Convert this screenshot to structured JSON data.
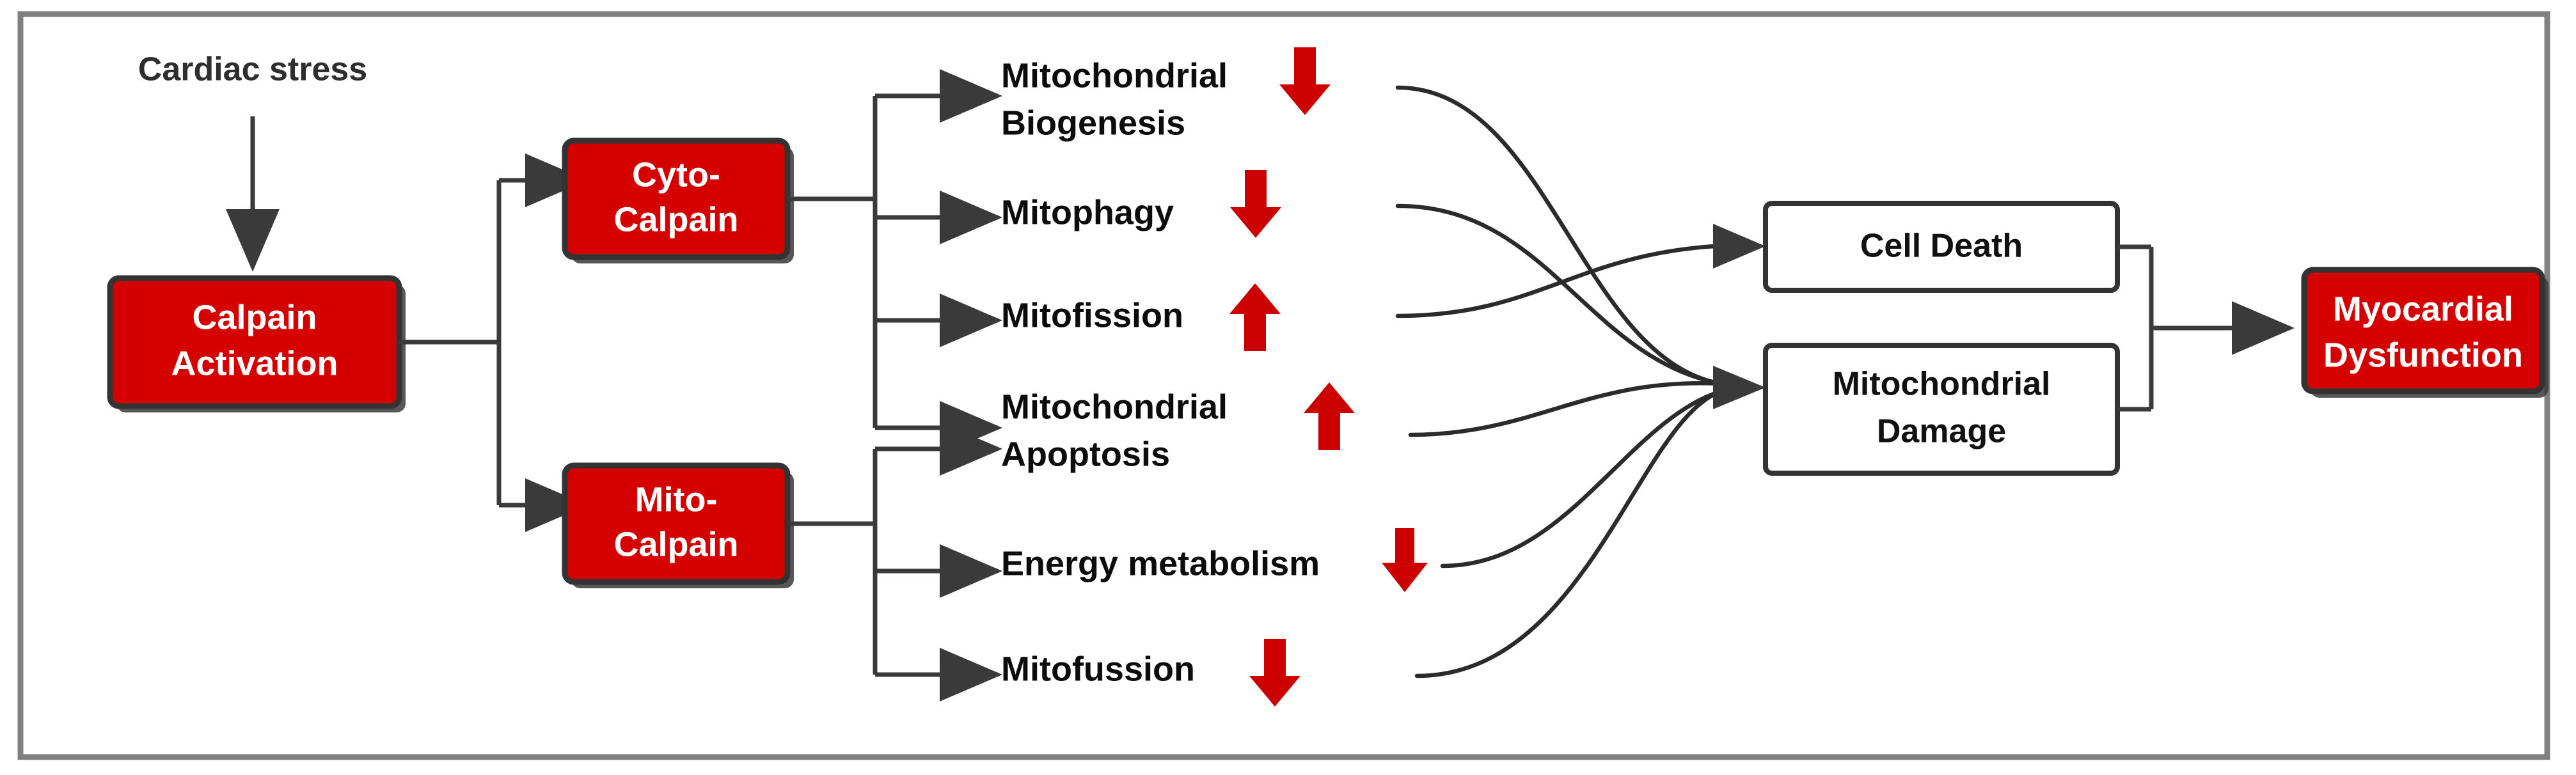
{
  "diagram": {
    "title_present": false,
    "colors": {
      "accent_red": "#d50000",
      "arrow_red": "#cc0000",
      "line_gray": "#3a3a3a",
      "frame_gray": "#808080",
      "box_text_light": "#ffffff",
      "box_text_dark": "#111111"
    },
    "input_label": "Cardiac stress",
    "nodes": {
      "trigger": {
        "label_line1": "Calpain",
        "label_line2": "Activation",
        "style": "red"
      },
      "cyto": {
        "label_line1": "Cyto-",
        "label_line2": "Calpain",
        "style": "red"
      },
      "mito": {
        "label_line1": "Mito-",
        "label_line2": "Calpain",
        "style": "red"
      },
      "cell_death": {
        "label_line1": "Cell Death",
        "label_line2": "",
        "style": "white"
      },
      "mito_damage": {
        "label_line1": "Mitochondrial",
        "label_line2": "Damage",
        "style": "white"
      },
      "outcome": {
        "label_line1": "Myocardial",
        "label_line2": "Dysfunction",
        "style": "red"
      }
    },
    "processes": [
      {
        "id": "mito-biogenesis",
        "line1": "Mitochondrial",
        "line2": "Biogenesis",
        "direction": "down",
        "source": "cyto",
        "target": "mito_damage"
      },
      {
        "id": "mitophagy",
        "line1": "Mitophagy",
        "line2": "",
        "direction": "down",
        "source": "cyto",
        "target": "mito_damage"
      },
      {
        "id": "mitofission",
        "line1": "Mitofission",
        "line2": "",
        "direction": "up",
        "source": "cyto",
        "target": "cell_death"
      },
      {
        "id": "mito-apoptosis",
        "line1": "Mitochondrial",
        "line2": "Apoptosis",
        "direction": "up",
        "source": "cyto+mito",
        "target": "mito_damage"
      },
      {
        "id": "energy-metabolism",
        "line1": "Energy metabolism",
        "line2": "",
        "direction": "down",
        "source": "mito",
        "target": "mito_damage"
      },
      {
        "id": "mitofussion",
        "line1": "Mitofussion",
        "line2": "",
        "direction": "down",
        "source": "mito",
        "target": "mito_damage"
      }
    ],
    "edges": [
      {
        "from": "cardiac-stress",
        "to": "trigger"
      },
      {
        "from": "trigger",
        "to": "cyto"
      },
      {
        "from": "trigger",
        "to": "mito"
      },
      {
        "from": "cell_death",
        "to": "outcome"
      },
      {
        "from": "mito_damage",
        "to": "outcome"
      }
    ]
  }
}
